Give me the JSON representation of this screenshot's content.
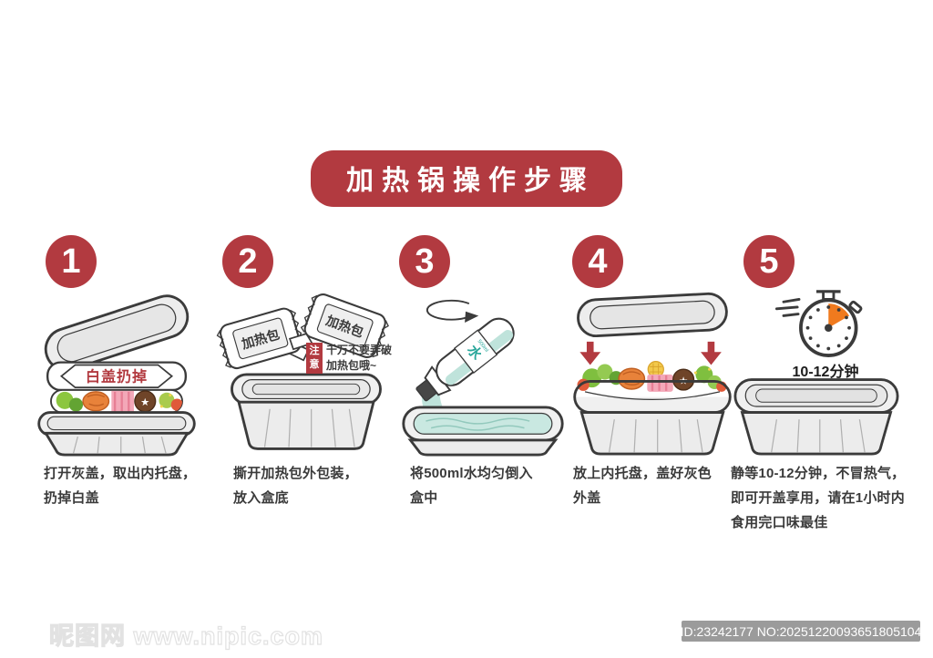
{
  "banner": {
    "title": "加热锅操作步骤"
  },
  "colors": {
    "accent_red": "#b23a40",
    "text_dark": "#3b3b3b",
    "container_gray": "#ececec",
    "water_teal": "#bfe3db",
    "timer_orange": "#f07a1e"
  },
  "icons": {
    "mushroom_star": "★"
  },
  "steps": [
    {
      "number": "1",
      "tray_label": "白盖扔掉",
      "caption": "打开灰盖，取出内托盘，\n扔掉白盖"
    },
    {
      "number": "2",
      "pack_label": "加热包",
      "note_badge": "注意",
      "note_text": "千万不要弄破\n加热包哦~",
      "caption": "撕开加热包外包装，\n放入盒底"
    },
    {
      "number": "3",
      "bottle_label": "水",
      "bottle_volume": "500ml",
      "caption": "将500ml水均匀倒入\n盒中"
    },
    {
      "number": "4",
      "caption": "放上内托盘，盖好灰色\n外盖"
    },
    {
      "number": "5",
      "timer_label": "10-12分钟",
      "caption": "静等10-12分钟，不冒热气，\n即可开盖享用，请在1小时内\n食用完口味最佳"
    }
  ],
  "footer": {
    "watermark": "昵图网 www.nipic.com",
    "id_badge": "ID:23242177 NO:20251220093651805104"
  }
}
